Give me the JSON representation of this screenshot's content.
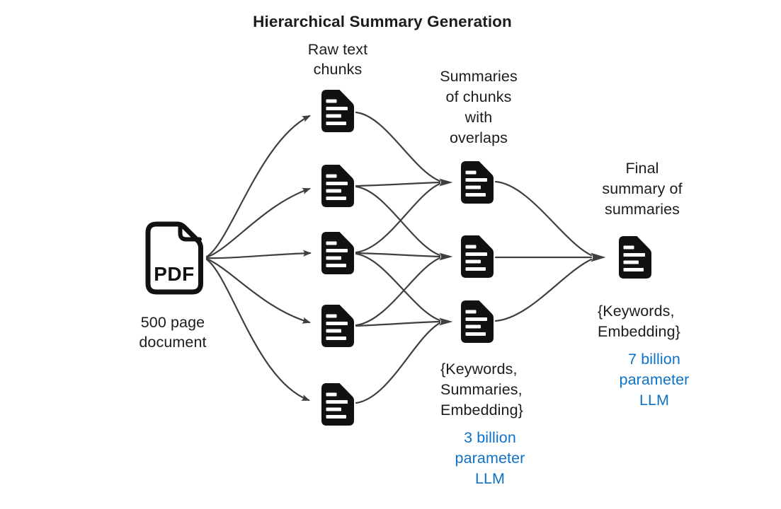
{
  "meta": {
    "title_text": "Hierarchical Summary Generation"
  },
  "colors": {
    "background": "#ffffff",
    "text": "#1c1c1c",
    "accent-blue": "#0e72c6",
    "arrow": "#3f3f3f",
    "icon": "#111111"
  },
  "source": {
    "icon": "pdf-file-icon",
    "icon_text": "PDF",
    "caption": "500 page\ndocument"
  },
  "chunks": {
    "icon": "document-icon",
    "label": "Raw text\nchunks",
    "count": 5
  },
  "summaries": {
    "icon": "document-icon",
    "label": "Summaries\nof chunks\nwith\noverlaps",
    "count": 3,
    "outputs": "{Keywords,\nSummaries,\nEmbedding}",
    "model": "3 billion\nparameter\nLLM"
  },
  "final": {
    "icon": "document-icon",
    "label": "Final\nsummary of\nsummaries",
    "count": 1,
    "outputs": "{Keywords,\nEmbedding}",
    "model": "7 billion\nparameter\nLLM"
  },
  "connections": {
    "source_to_chunks": [
      "chunk-1",
      "chunk-2",
      "chunk-3",
      "chunk-4",
      "chunk-5"
    ],
    "chunks_to_summaries": {
      "summary-1": [
        "chunk-1",
        "chunk-2",
        "chunk-3"
      ],
      "summary-2": [
        "chunk-2",
        "chunk-3",
        "chunk-4"
      ],
      "summary-3": [
        "chunk-3",
        "chunk-4",
        "chunk-5"
      ]
    },
    "summaries_to_final": [
      "summary-1",
      "summary-2",
      "summary-3"
    ]
  }
}
